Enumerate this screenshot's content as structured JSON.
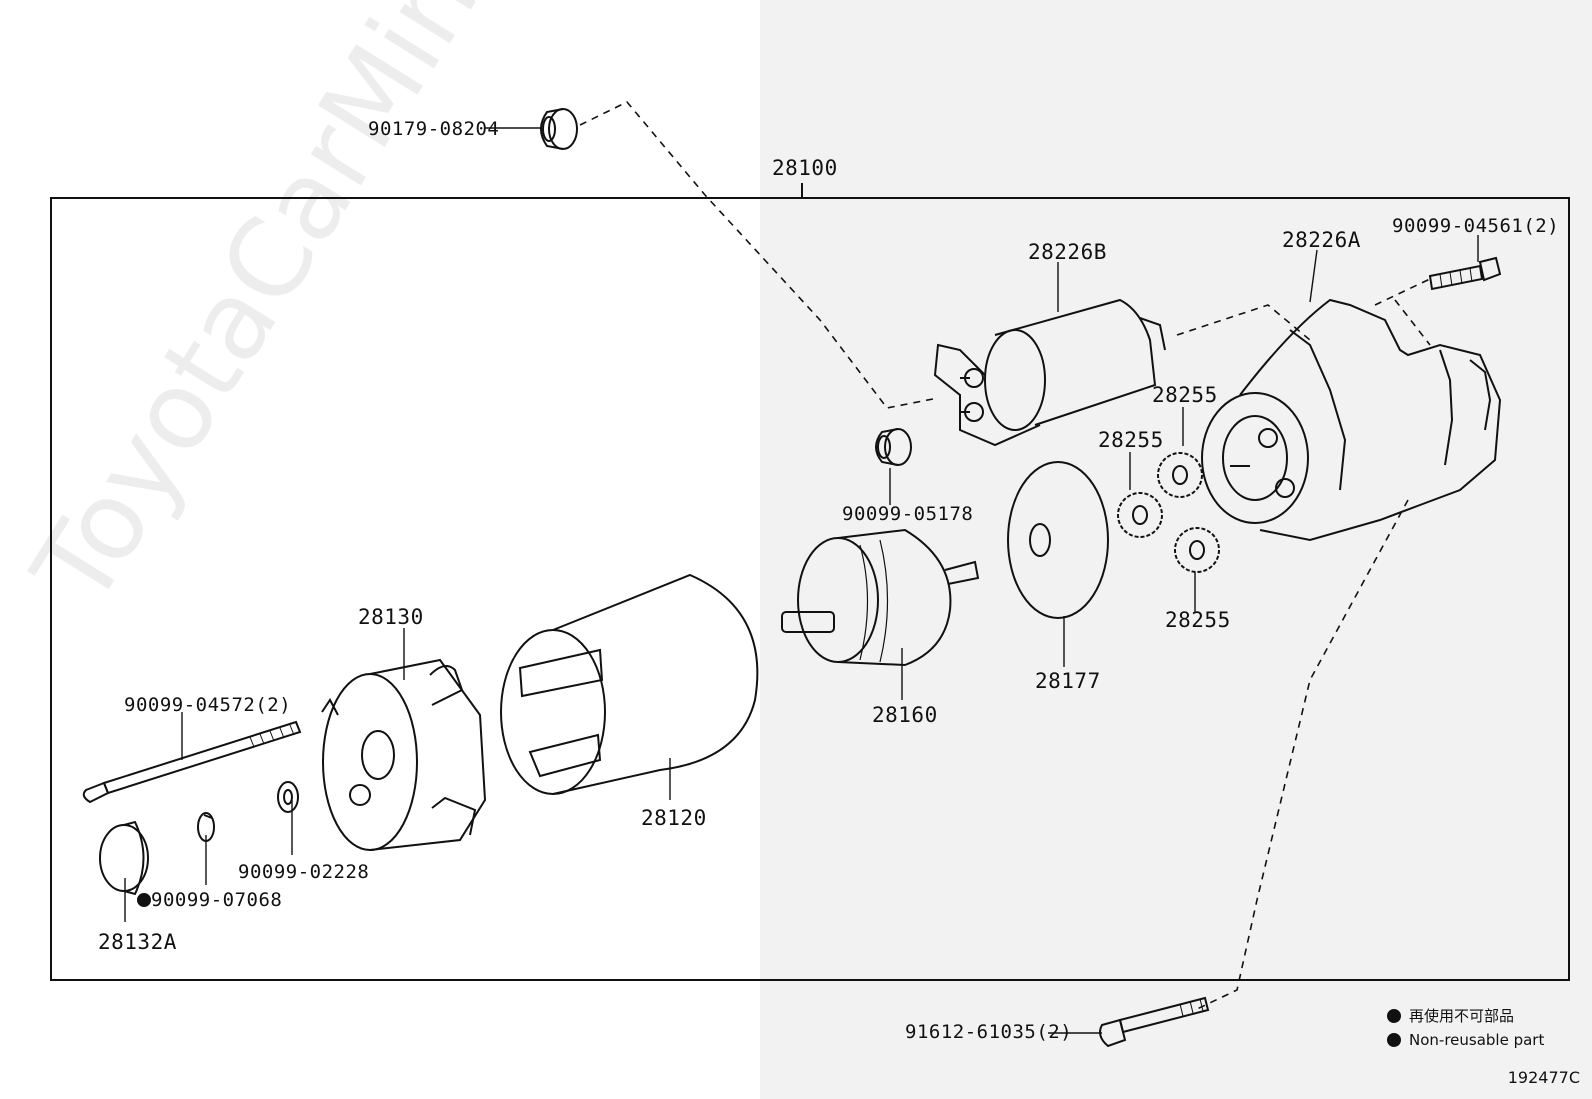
{
  "watermark": "ToyotaCarMine.ru",
  "diagram_code": "192477C",
  "assembly": {
    "part_no": "28100"
  },
  "parts": {
    "p90179_08204": "90179-08204",
    "p28226B": "28226B",
    "p28226A": "28226A",
    "p90099_04561": "90099-04561(2)",
    "p28255_a": "28255",
    "p28255_b": "28255",
    "p28255_c": "28255",
    "p90099_05178": "90099-05178",
    "p28130": "28130",
    "p90099_04572": "90099-04572(2)",
    "p28160": "28160",
    "p28177": "28177",
    "p28120": "28120",
    "p90099_02228": "90099-02228",
    "p90099_07068": "90099-07068",
    "p28132A": "28132A",
    "p91612_61035": "91612-61035(2)"
  },
  "legend": {
    "jp": "再使用不可部品",
    "en": "Non-reusable part"
  }
}
